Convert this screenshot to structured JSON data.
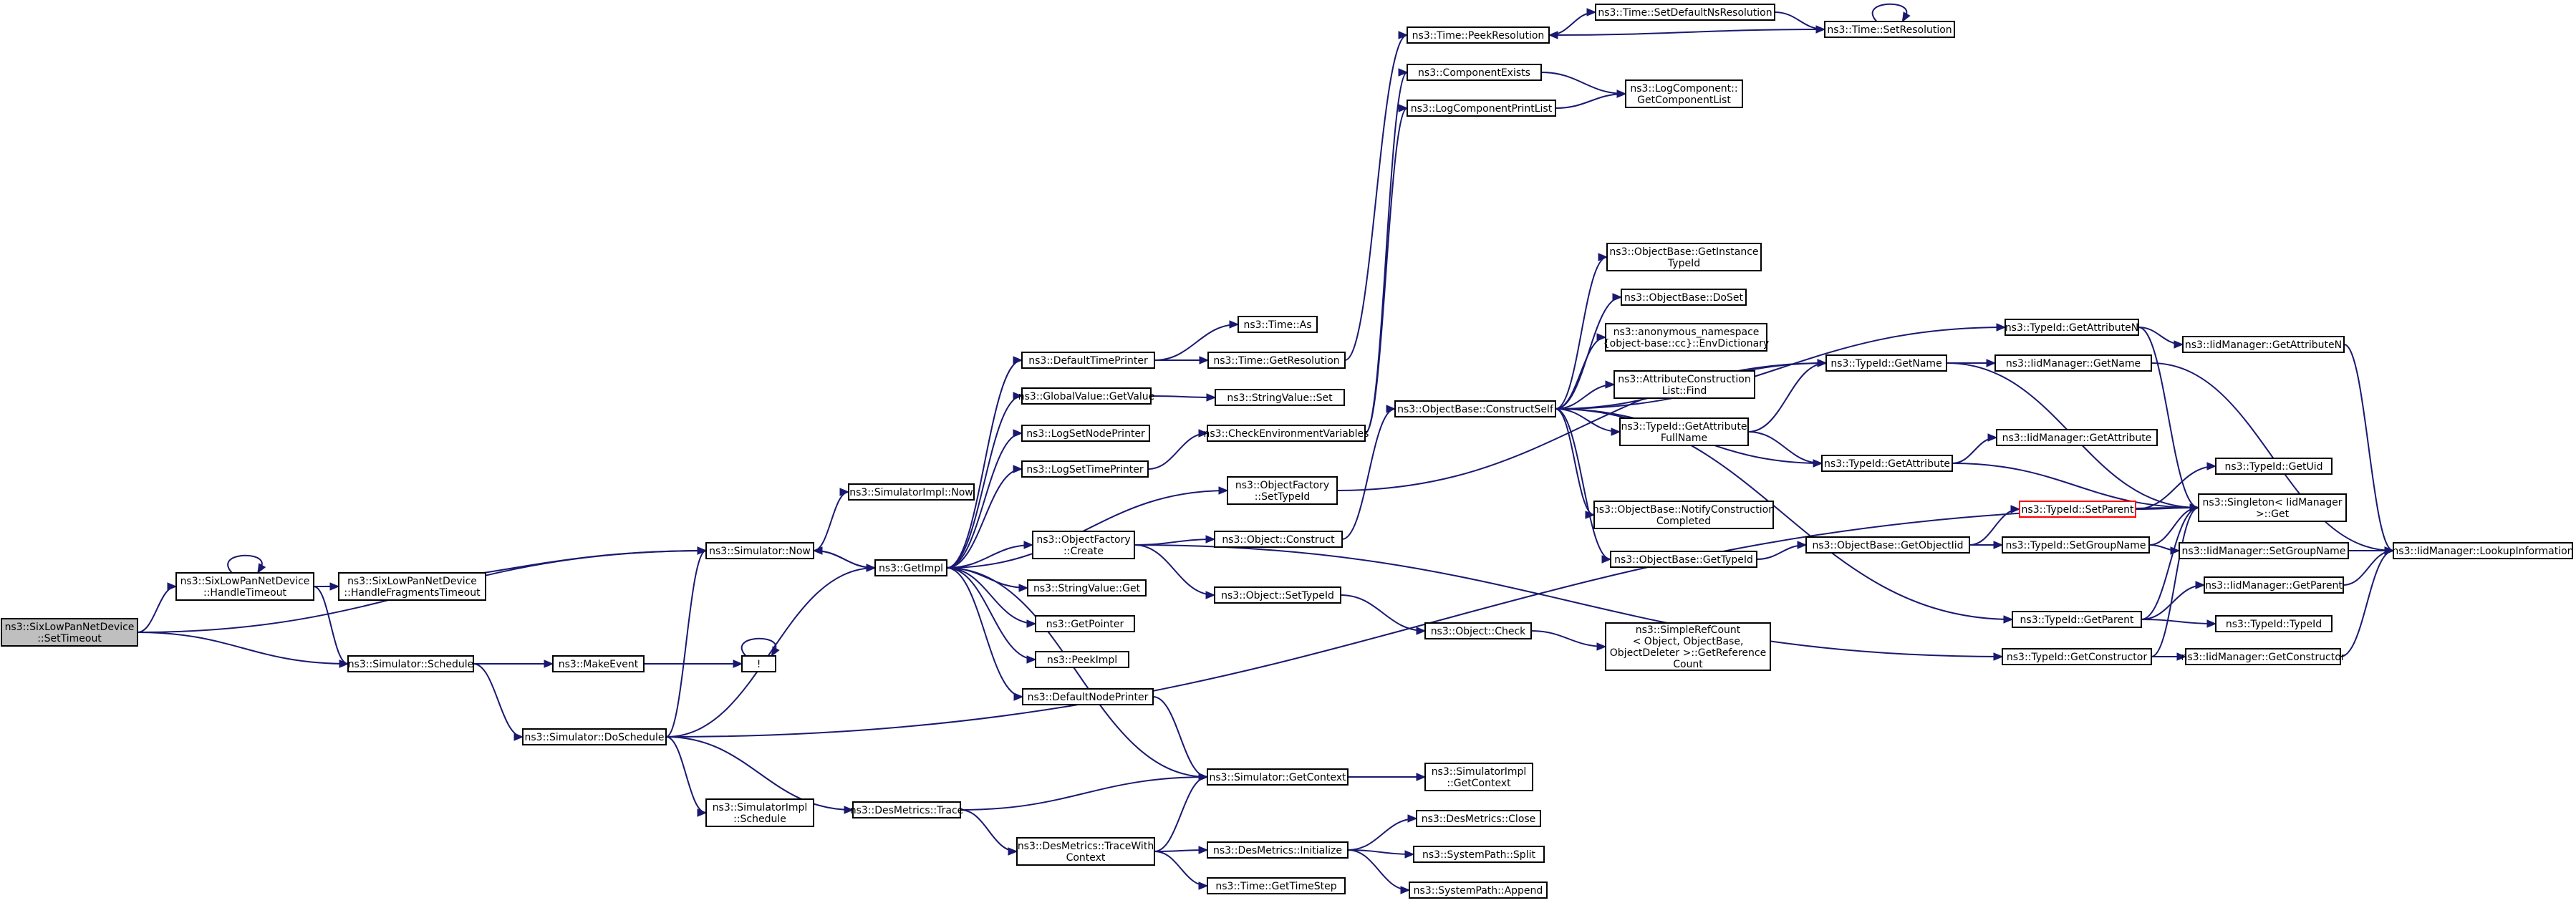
{
  "graph": {
    "nodes": [
      {
        "id": "root",
        "lines": [
          "ns3::SixLowPanNetDevice",
          "::SetTimeout"
        ],
        "style": "root"
      },
      {
        "id": "handleTimeout",
        "lines": [
          "ns3::SixLowPanNetDevice",
          "::HandleTimeout"
        ]
      },
      {
        "id": "handleFrag",
        "lines": [
          "ns3::SixLowPanNetDevice",
          "::HandleFragmentsTimeout"
        ]
      },
      {
        "id": "simNow",
        "lines": [
          "ns3::Simulator::Now"
        ]
      },
      {
        "id": "simSchedule",
        "lines": [
          "ns3::Simulator::Schedule"
        ]
      },
      {
        "id": "simDoSchedule",
        "lines": [
          "ns3::Simulator::DoSchedule"
        ]
      },
      {
        "id": "implNow",
        "lines": [
          "ns3::SimulatorImpl::Now"
        ]
      },
      {
        "id": "getImpl",
        "lines": [
          "ns3::GetImpl"
        ]
      },
      {
        "id": "makeEvent",
        "lines": [
          "ns3::MakeEvent"
        ]
      },
      {
        "id": "bang",
        "lines": [
          "!"
        ]
      },
      {
        "id": "implSchedule",
        "lines": [
          "ns3::SimulatorImpl",
          "::Schedule"
        ]
      },
      {
        "id": "desTrace",
        "lines": [
          "ns3::DesMetrics::Trace"
        ]
      },
      {
        "id": "desTraceCtx",
        "lines": [
          "ns3::DesMetrics::TraceWith",
          "Context"
        ]
      },
      {
        "id": "defTimePrinter",
        "lines": [
          "ns3::DefaultTimePrinter"
        ]
      },
      {
        "id": "gvGetValue",
        "lines": [
          "ns3::GlobalValue::GetValue"
        ]
      },
      {
        "id": "logSetNode",
        "lines": [
          "ns3::LogSetNodePrinter"
        ]
      },
      {
        "id": "logSetTime",
        "lines": [
          "ns3::LogSetTimePrinter"
        ]
      },
      {
        "id": "ofCreate",
        "lines": [
          "ns3::ObjectFactory",
          "::Create"
        ]
      },
      {
        "id": "svGet",
        "lines": [
          "ns3::StringValue::Get"
        ]
      },
      {
        "id": "getPointer",
        "lines": [
          "ns3::GetPointer"
        ]
      },
      {
        "id": "peekImpl",
        "lines": [
          "ns3::PeekImpl"
        ]
      },
      {
        "id": "defNodePrinter",
        "lines": [
          "ns3::DefaultNodePrinter"
        ]
      },
      {
        "id": "simGetContext",
        "lines": [
          "ns3::Simulator::GetContext"
        ]
      },
      {
        "id": "desInit",
        "lines": [
          "ns3::DesMetrics::Initialize"
        ]
      },
      {
        "id": "timeGetStep",
        "lines": [
          "ns3::Time::GetTimeStep"
        ]
      },
      {
        "id": "timeAs",
        "lines": [
          "ns3::Time::As"
        ]
      },
      {
        "id": "timeGetRes",
        "lines": [
          "ns3::Time::GetResolution"
        ]
      },
      {
        "id": "svSet",
        "lines": [
          "ns3::StringValue::Set"
        ]
      },
      {
        "id": "checkEnv",
        "lines": [
          "ns3::CheckEnvironmentVariables"
        ]
      },
      {
        "id": "ofSetTypeId",
        "lines": [
          "ns3::ObjectFactory",
          "::SetTypeId"
        ]
      },
      {
        "id": "objConstruct",
        "lines": [
          "ns3::Object::Construct"
        ]
      },
      {
        "id": "objSetTypeId",
        "lines": [
          "ns3::Object::SetTypeId"
        ]
      },
      {
        "id": "implGetContext",
        "lines": [
          "ns3::SimulatorImpl",
          "::GetContext"
        ]
      },
      {
        "id": "desClose",
        "lines": [
          "ns3::DesMetrics::Close"
        ]
      },
      {
        "id": "spSplit",
        "lines": [
          "ns3::SystemPath::Split"
        ]
      },
      {
        "id": "spAppend",
        "lines": [
          "ns3::SystemPath::Append"
        ]
      },
      {
        "id": "timePeekRes",
        "lines": [
          "ns3::Time::PeekResolution"
        ]
      },
      {
        "id": "compExists",
        "lines": [
          "ns3::ComponentExists"
        ]
      },
      {
        "id": "logCompPrint",
        "lines": [
          "ns3::LogComponentPrintList"
        ]
      },
      {
        "id": "obConstructSelf",
        "lines": [
          "ns3::ObjectBase::ConstructSelf"
        ]
      },
      {
        "id": "objCheck",
        "lines": [
          "ns3::Object::Check"
        ]
      },
      {
        "id": "timeSetDefNs",
        "lines": [
          "ns3::Time::SetDefaultNsResolution"
        ]
      },
      {
        "id": "timeSetRes",
        "lines": [
          "ns3::Time::SetResolution"
        ]
      },
      {
        "id": "logCompGetList",
        "lines": [
          "ns3::LogComponent::",
          "GetComponentList"
        ]
      },
      {
        "id": "obGetInstTid",
        "lines": [
          "ns3::ObjectBase::GetInstance",
          "TypeId"
        ]
      },
      {
        "id": "obDoSet",
        "lines": [
          "ns3::ObjectBase::DoSet"
        ]
      },
      {
        "id": "anonEnvDict",
        "lines": [
          "ns3::anonymous_namespace",
          "{object-base::cc}::EnvDictionary"
        ]
      },
      {
        "id": "attrConstrFind",
        "lines": [
          "ns3::AttributeConstruction",
          "List::Find"
        ]
      },
      {
        "id": "tidGetAttrFull",
        "lines": [
          "ns3::TypeId::GetAttribute",
          "FullName"
        ]
      },
      {
        "id": "obNotifyConstr",
        "lines": [
          "ns3::ObjectBase::NotifyConstruction",
          "Completed"
        ]
      },
      {
        "id": "obGetTypeId",
        "lines": [
          "ns3::ObjectBase::GetTypeId"
        ]
      },
      {
        "id": "srcGetRef",
        "lines": [
          "ns3::SimpleRefCount",
          "< Object, ObjectBase,",
          "ObjectDeleter >::GetReference",
          "Count"
        ]
      },
      {
        "id": "tidGetName",
        "lines": [
          "ns3::TypeId::GetName"
        ]
      },
      {
        "id": "tidGetAttr",
        "lines": [
          "ns3::TypeId::GetAttribute"
        ]
      },
      {
        "id": "obGetObjectIid",
        "lines": [
          "ns3::ObjectBase::GetObjectIid"
        ]
      },
      {
        "id": "tidGetAttrN",
        "lines": [
          "ns3::TypeId::GetAttributeN"
        ]
      },
      {
        "id": "iidGetName",
        "lines": [
          "ns3::IidManager::GetName"
        ]
      },
      {
        "id": "iidGetAttr",
        "lines": [
          "ns3::IidManager::GetAttribute"
        ]
      },
      {
        "id": "tidSetParent",
        "lines": [
          "ns3::TypeId::SetParent"
        ],
        "style": "red"
      },
      {
        "id": "tidSetGroupName",
        "lines": [
          "ns3::TypeId::SetGroupName"
        ]
      },
      {
        "id": "tidGetParent",
        "lines": [
          "ns3::TypeId::GetParent"
        ]
      },
      {
        "id": "tidGetConstructor",
        "lines": [
          "ns3::TypeId::GetConstructor"
        ]
      },
      {
        "id": "iidGetAttrN",
        "lines": [
          "ns3::IidManager::GetAttributeN"
        ]
      },
      {
        "id": "tidGetUid",
        "lines": [
          "ns3::TypeId::GetUid"
        ]
      },
      {
        "id": "singletonGet",
        "lines": [
          "ns3::Singleton< IidManager",
          ">::Get"
        ]
      },
      {
        "id": "iidSetGroupName",
        "lines": [
          "ns3::IidManager::SetGroupName"
        ]
      },
      {
        "id": "iidGetParent",
        "lines": [
          "ns3::IidManager::GetParent"
        ]
      },
      {
        "id": "tidTypeId",
        "lines": [
          "ns3::TypeId::TypeId"
        ]
      },
      {
        "id": "iidGetConstructor",
        "lines": [
          "ns3::IidManager::GetConstructor"
        ]
      },
      {
        "id": "iidLookupInfo",
        "lines": [
          "ns3::IidManager::LookupInformation"
        ]
      }
    ],
    "edges": [
      [
        "root",
        "handleTimeout"
      ],
      [
        "root",
        "simNow"
      ],
      [
        "root",
        "simSchedule"
      ],
      [
        "handleTimeout",
        "handleTimeout"
      ],
      [
        "handleTimeout",
        "handleFrag"
      ],
      [
        "handleTimeout",
        "simNow"
      ],
      [
        "handleTimeout",
        "simSchedule"
      ],
      [
        "simNow",
        "implNow"
      ],
      [
        "simNow",
        "getImpl"
      ],
      [
        "simSchedule",
        "makeEvent"
      ],
      [
        "simSchedule",
        "bang"
      ],
      [
        "simSchedule",
        "simDoSchedule"
      ],
      [
        "makeEvent",
        "bang"
      ],
      [
        "bang",
        "bang"
      ],
      [
        "simDoSchedule",
        "simNow"
      ],
      [
        "simDoSchedule",
        "getImpl"
      ],
      [
        "simDoSchedule",
        "implSchedule"
      ],
      [
        "simDoSchedule",
        "desTrace"
      ],
      [
        "simDoSchedule",
        "singletonGet"
      ],
      [
        "getImpl",
        "simNow"
      ],
      [
        "getImpl",
        "defTimePrinter"
      ],
      [
        "getImpl",
        "gvGetValue"
      ],
      [
        "getImpl",
        "logSetNode"
      ],
      [
        "getImpl",
        "logSetTime"
      ],
      [
        "getImpl",
        "ofSetTypeId"
      ],
      [
        "getImpl",
        "ofCreate"
      ],
      [
        "getImpl",
        "svGet"
      ],
      [
        "getImpl",
        "getPointer"
      ],
      [
        "getImpl",
        "peekImpl"
      ],
      [
        "getImpl",
        "defNodePrinter"
      ],
      [
        "getImpl",
        "simGetContext"
      ],
      [
        "desTrace",
        "simGetContext"
      ],
      [
        "desTrace",
        "desTraceCtx"
      ],
      [
        "desTraceCtx",
        "simGetContext"
      ],
      [
        "desTraceCtx",
        "desInit"
      ],
      [
        "desTraceCtx",
        "timeGetStep"
      ],
      [
        "defTimePrinter",
        "timeAs"
      ],
      [
        "defTimePrinter",
        "timeGetRes"
      ],
      [
        "gvGetValue",
        "svSet"
      ],
      [
        "logSetTime",
        "checkEnv"
      ],
      [
        "ofCreate",
        "objConstruct"
      ],
      [
        "ofCreate",
        "objSetTypeId"
      ],
      [
        "ofCreate",
        "tidGetConstructor"
      ],
      [
        "defNodePrinter",
        "simGetContext"
      ],
      [
        "simGetContext",
        "implGetContext"
      ],
      [
        "desInit",
        "desClose"
      ],
      [
        "desInit",
        "spSplit"
      ],
      [
        "desInit",
        "spAppend"
      ],
      [
        "timeGetRes",
        "timePeekRes"
      ],
      [
        "checkEnv",
        "compExists"
      ],
      [
        "checkEnv",
        "logCompPrint"
      ],
      [
        "ofSetTypeId",
        "tidGetName"
      ],
      [
        "objConstruct",
        "obConstructSelf"
      ],
      [
        "objSetTypeId",
        "objCheck"
      ],
      [
        "objCheck",
        "srcGetRef"
      ],
      [
        "timePeekRes",
        "timeSetDefNs"
      ],
      [
        "timeSetDefNs",
        "timeSetRes"
      ],
      [
        "timeSetRes",
        "timePeekRes"
      ],
      [
        "timeSetRes",
        "timeSetRes"
      ],
      [
        "compExists",
        "logCompGetList"
      ],
      [
        "logCompPrint",
        "logCompGetList"
      ],
      [
        "obConstructSelf",
        "obGetInstTid"
      ],
      [
        "obConstructSelf",
        "obDoSet"
      ],
      [
        "obConstructSelf",
        "anonEnvDict"
      ],
      [
        "obConstructSelf",
        "attrConstrFind"
      ],
      [
        "obConstructSelf",
        "tidGetAttrFull"
      ],
      [
        "obConstructSelf",
        "obNotifyConstr"
      ],
      [
        "obConstructSelf",
        "obGetTypeId"
      ],
      [
        "obConstructSelf",
        "tidGetName"
      ],
      [
        "obConstructSelf",
        "tidGetAttr"
      ],
      [
        "obConstructSelf",
        "tidGetAttrN"
      ],
      [
        "obConstructSelf",
        "tidGetParent"
      ],
      [
        "tidGetAttrFull",
        "tidGetName"
      ],
      [
        "tidGetAttrFull",
        "tidGetAttr"
      ],
      [
        "obGetTypeId",
        "obGetObjectIid"
      ],
      [
        "obGetObjectIid",
        "tidSetParent"
      ],
      [
        "obGetObjectIid",
        "tidSetGroupName"
      ],
      [
        "tidGetName",
        "iidGetName"
      ],
      [
        "tidGetName",
        "singletonGet"
      ],
      [
        "tidGetAttr",
        "iidGetAttr"
      ],
      [
        "tidGetAttr",
        "singletonGet"
      ],
      [
        "tidGetAttrN",
        "iidGetAttrN"
      ],
      [
        "tidGetAttrN",
        "singletonGet"
      ],
      [
        "iidGetName",
        "iidLookupInfo"
      ],
      [
        "iidGetAttrN",
        "iidLookupInfo"
      ],
      [
        "tidSetParent",
        "tidGetUid"
      ],
      [
        "tidSetParent",
        "singletonGet"
      ],
      [
        "tidSetGroupName",
        "singletonGet"
      ],
      [
        "tidSetGroupName",
        "iidSetGroupName"
      ],
      [
        "tidGetParent",
        "singletonGet"
      ],
      [
        "tidGetParent",
        "iidGetParent"
      ],
      [
        "tidGetParent",
        "tidTypeId"
      ],
      [
        "tidGetConstructor",
        "singletonGet"
      ],
      [
        "tidGetConstructor",
        "iidGetConstructor"
      ],
      [
        "iidSetGroupName",
        "iidLookupInfo"
      ],
      [
        "iidGetParent",
        "iidLookupInfo"
      ],
      [
        "iidGetConstructor",
        "iidLookupInfo"
      ]
    ]
  }
}
